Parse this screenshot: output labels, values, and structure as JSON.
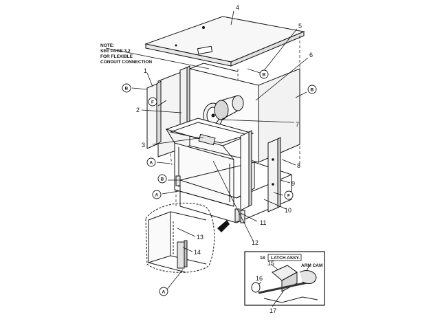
{
  "note": {
    "lines": [
      "NOTE:",
      "SEE PAGE 3.2",
      "FOR FLEXIBLE",
      "CONDUIT CONNECTION"
    ]
  },
  "callouts": {
    "c1": "1",
    "c2": "2",
    "c3": "3",
    "c4": "4",
    "c5": "5",
    "c6": "6",
    "c7": "7",
    "c8": "8",
    "c9": "9",
    "c10": "10",
    "c11": "11",
    "c12": "12",
    "c13": "13",
    "c14": "14",
    "c15": "15",
    "c16": "16",
    "c17": "17"
  },
  "circle_refs": {
    "B": "B",
    "F": "F",
    "A": "A"
  },
  "inset": {
    "number": "18",
    "title": "LATCH ASSY.",
    "arm_cam": "ARM CAM"
  }
}
